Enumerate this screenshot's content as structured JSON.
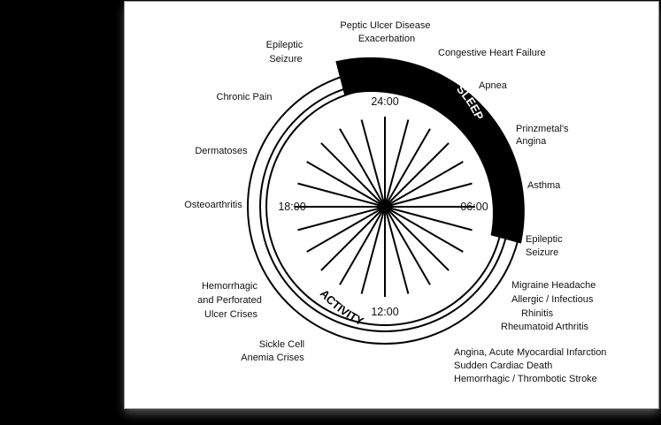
{
  "diagram": {
    "clock_labels": {
      "top": "24:00",
      "right": "06:00",
      "bottom": "12:00",
      "left": "18:00"
    },
    "bands": {
      "sleep": "SLEEP",
      "activity": "ACTIVITY"
    },
    "spoke_count": 24,
    "colors": {
      "ink": "#000000",
      "background": "#ffffff",
      "sleep_band_text": "#ffffff"
    },
    "conditions": {
      "peptic_ulcer": [
        "Peptic Ulcer Disease",
        "Exacerbation"
      ],
      "chf": "Congestive Heart Failure",
      "apnea": "Apnea",
      "prinzmetal": [
        "Prinzmetal's",
        "Angina"
      ],
      "asthma": "Asthma",
      "epileptic_right": [
        "Epileptic",
        "Seizure"
      ],
      "migraine": [
        "Migraine Headache",
        "Allergic / Infectious",
        "Rhinitis",
        "Rheumatoid Arthritis"
      ],
      "cardio": [
        "Angina, Acute Myocardial Infarction",
        "Sudden Cardiac Death",
        "Hemorrhagic / Thrombotic Stroke"
      ],
      "sickle": [
        "Sickle Cell",
        "Anemia Crises"
      ],
      "ulcer_crises": [
        "Hemorrhagic",
        "and Perforated",
        "Ulcer Crises"
      ],
      "osteoarthritis": "Osteoarthritis",
      "dermatoses": "Dermatoses",
      "chronic_pain": "Chronic Pain",
      "epileptic_left": [
        "Epileptic",
        "Seizure"
      ]
    }
  }
}
